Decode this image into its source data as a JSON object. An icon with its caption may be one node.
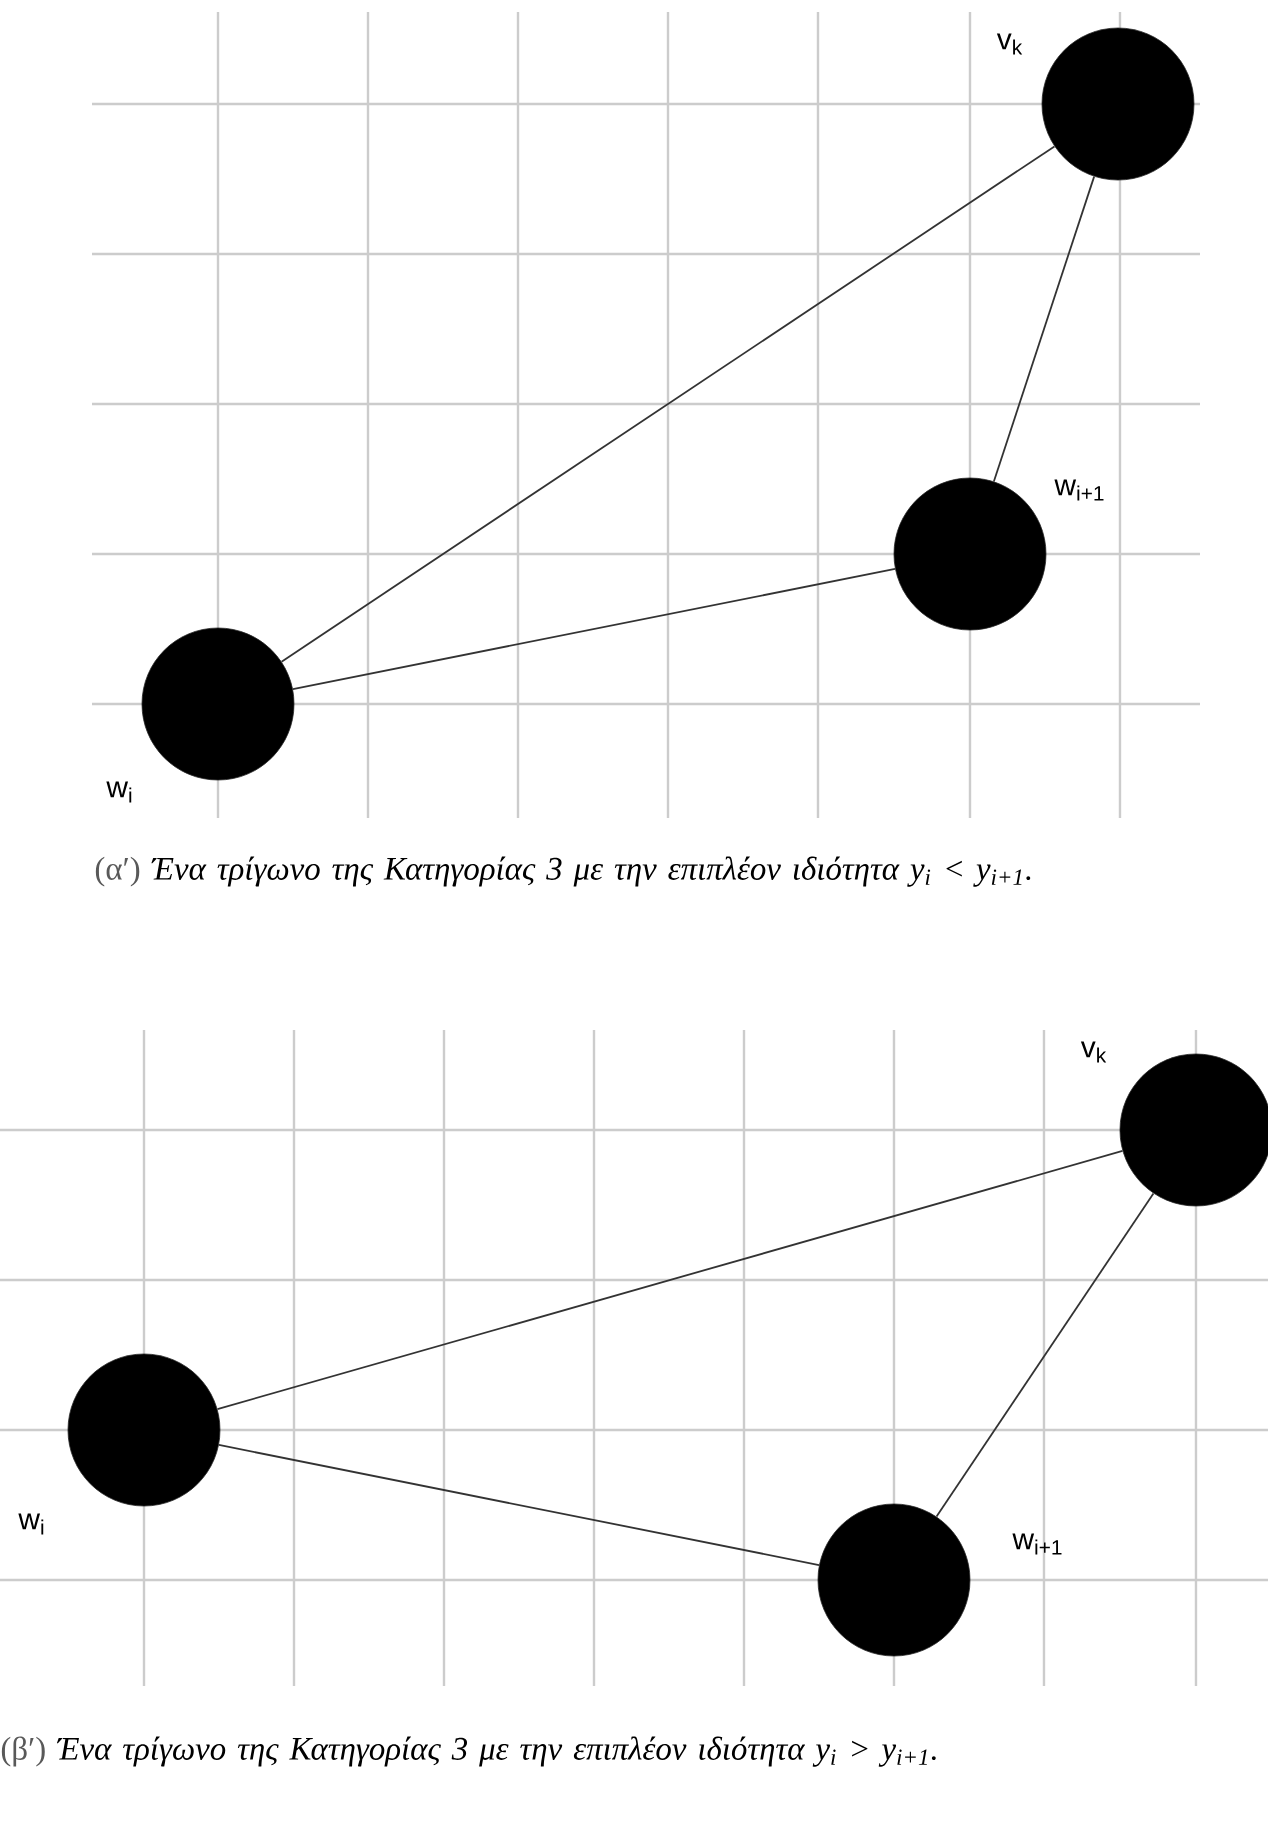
{
  "diagram": {
    "nodes": [
      {
        "text": [],
        "shape": "circle",
        "beside": [
          "v$_{k}$"
        ]
      },
      {
        "text": [],
        "shape": "circle",
        "beside": [
          "w$_{i+1}$"
        ]
      },
      {
        "text": [],
        "shape": "circle",
        "beside": [
          "w$_{i}$"
        ]
      },
      {
        "text": [],
        "shape": "circle",
        "beside": [
          "v$_{k}$"
        ]
      },
      {
        "text": [],
        "shape": "circle",
        "beside": [
          "w$_{i}$"
        ]
      },
      {
        "text": [],
        "shape": "circle",
        "beside": [
          "w$_{i+1}$"
        ]
      }
    ],
    "edges": [
      {
        "from": 2,
        "to": 0,
        "arrow": "none"
      },
      {
        "from": 0,
        "to": 1,
        "arrow": "none"
      },
      {
        "from": 2,
        "to": 1,
        "arrow": "none"
      },
      {
        "from": 4,
        "to": 3,
        "arrow": "none"
      },
      {
        "from": 3,
        "to": 5,
        "arrow": "none"
      },
      {
        "from": 4,
        "to": 5,
        "arrow": "none"
      }
    ],
    "labels": [
      "(α′)",
      "Ένα τρίγωνο της Κατηγορίας 3 με την επιπλέον ιδιότητα y$_{i}$ < y$_{i+1}$.",
      "(β′)",
      "Ένα τρίγωνο της Κατηγορίας 3 με την επιπλέον ιδιότητα y$_{i}$ > y$_{i+1}$."
    ]
  }
}
